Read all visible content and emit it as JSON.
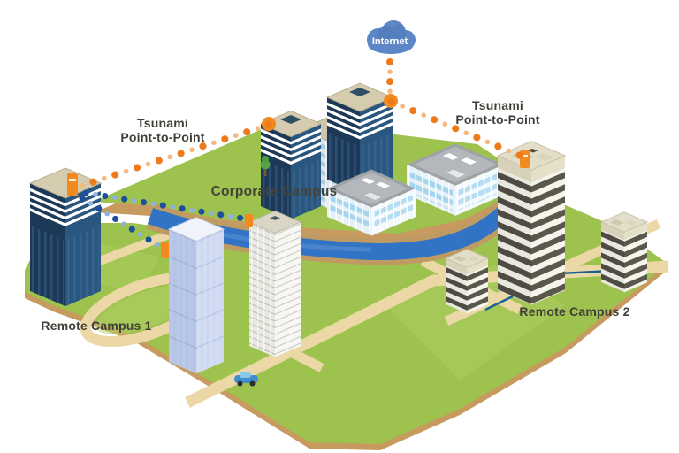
{
  "diagram": {
    "kind": "isometric wireless network diagram",
    "cloud": {
      "label": "Internet"
    },
    "labels": {
      "ptp_left_line1": "Tsunami",
      "ptp_left_line2": "Point-to-Point",
      "ptp_right_line1": "Tsunami",
      "ptp_right_line2": "Point-to-Point",
      "corporate_campus": "Corporate Campus",
      "remote_campus_1": "Remote Campus 1",
      "remote_campus_2": "Remote Campus 2"
    },
    "links": {
      "orange_wireless": {
        "style": "dotted",
        "color": "#ee7a1c",
        "color_light": "#f7b87e",
        "connections": [
          "Internet to Corporate Campus",
          "Corporate Campus to Remote Campus 1",
          "Corporate Campus to Remote Campus 2"
        ]
      },
      "blue_wireless": {
        "style": "dotted",
        "color": "#1e4f9c",
        "color_light": "#8fb3e0",
        "connections": [
          "Remote Campus 1 to downtown tower A",
          "Remote Campus 1 to downtown tower B"
        ]
      },
      "wired": {
        "style": "solid",
        "color": "#15628c",
        "connections": [
          "Remote Campus 2 buildings"
        ]
      }
    },
    "colors": {
      "cloud_blue": "#5d86c6",
      "land_green": "#9dc24d",
      "land_edge_tan": "#c79a5f",
      "road_tan": "#ecd8a6",
      "river_blue": "#3173c4",
      "river_bank": "#bf9a63",
      "navy_building": "#1c3a57",
      "antenna_orange": "#f28a1f"
    },
    "elements": [
      "internet-cloud",
      "corporate-campus-towers",
      "corporate-low-rise-buildings",
      "remote-campus-1-tower",
      "remote-campus-2-towers",
      "downtown-glass-tower",
      "downtown-white-tower",
      "river",
      "roads",
      "car",
      "tree"
    ]
  }
}
